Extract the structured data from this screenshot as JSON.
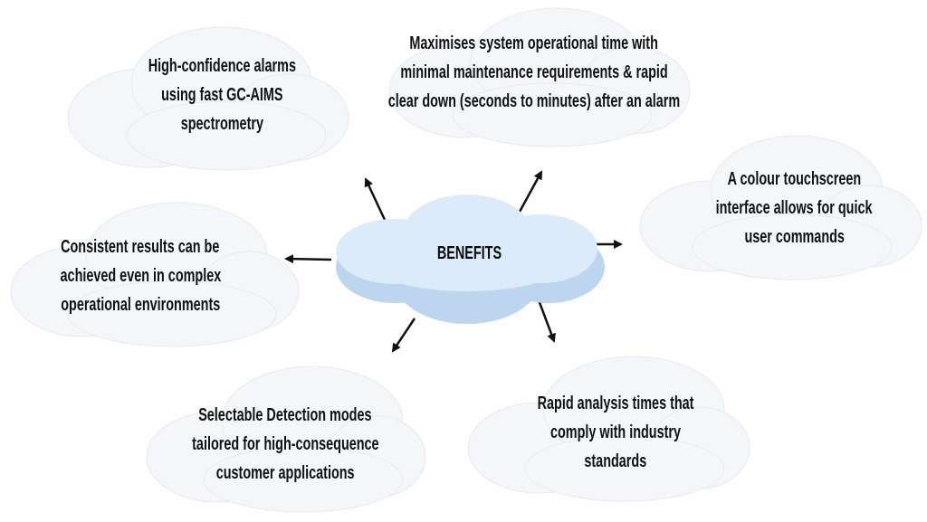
{
  "center": {
    "title": "BENEFITS",
    "fill": "#dcebfa",
    "shade": "#bcd4ee"
  },
  "benefits": [
    {
      "id": "top-left",
      "lines": [
        "High-confidence alarms",
        "using fast GC-AIMS",
        "spectrometry"
      ]
    },
    {
      "id": "top-center",
      "lines": [
        "Maximises system operational time with",
        "minimal maintenance requirements & rapid",
        "clear down (seconds to minutes) after an alarm"
      ]
    },
    {
      "id": "right",
      "lines": [
        "A colour touchscreen",
        "interface allows for quick",
        "user commands"
      ]
    },
    {
      "id": "left",
      "lines": [
        "Consistent results can be",
        "achieved even in complex",
        "operational environments"
      ]
    },
    {
      "id": "bottom-left",
      "lines": [
        "Selectable Detection modes",
        "tailored for high-consequence",
        "customer applications"
      ]
    },
    {
      "id": "bottom-right",
      "lines": [
        "Rapid analysis times that",
        "comply with industry",
        "standards"
      ]
    }
  ],
  "colors": {
    "cloud_fill": "#f3f5f8",
    "cloud_edge": "#e4e8ee",
    "arrow": "#111111",
    "text": "#111111"
  }
}
